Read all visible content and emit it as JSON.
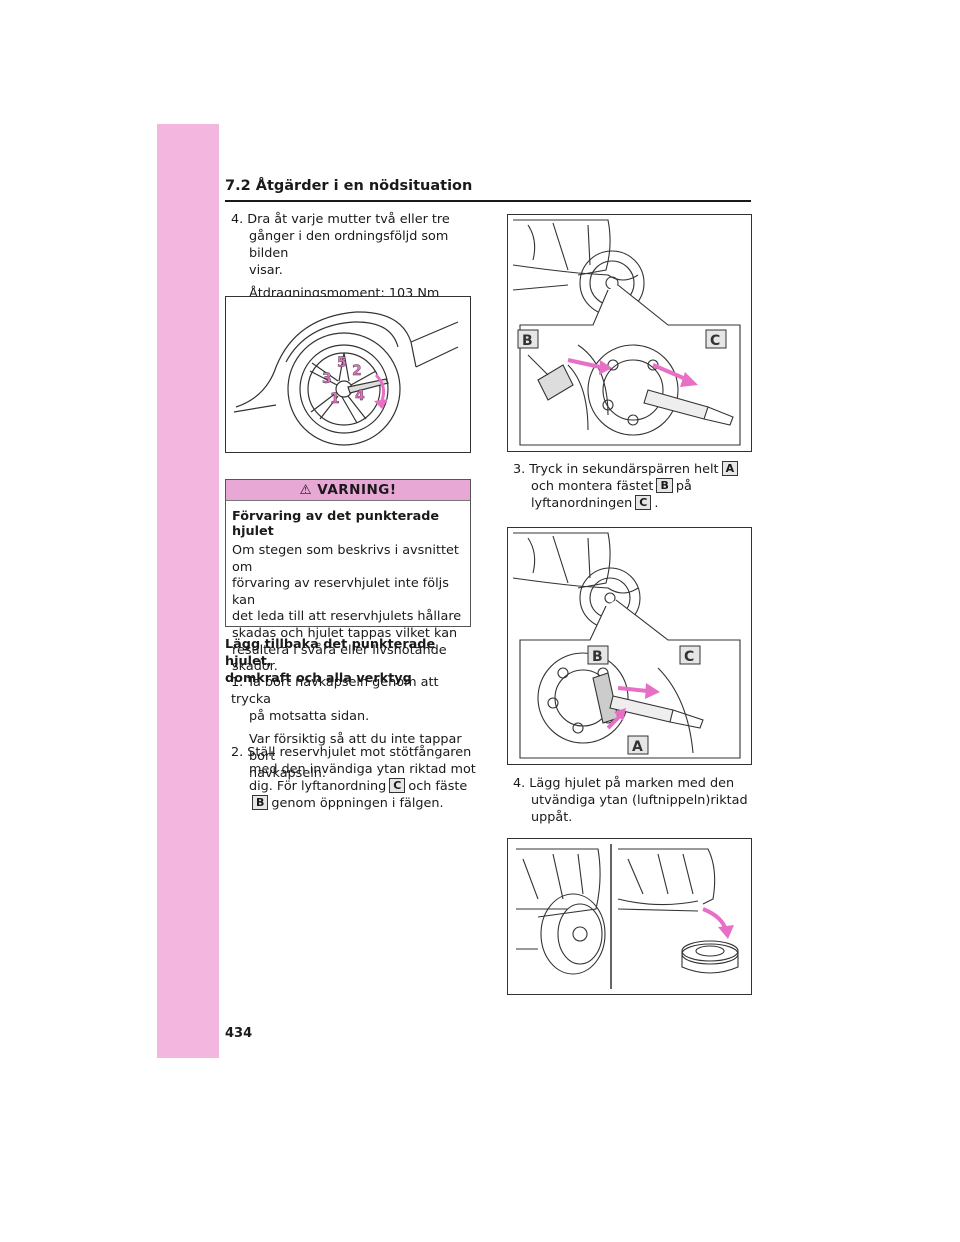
{
  "header": {
    "section": "7.2  Åtgärder i en nödsituation"
  },
  "page": {
    "number": "434"
  },
  "left": {
    "step4": {
      "line1": "4. Dra åt varje mutter två eller tre",
      "line2": "gånger i den ordningsföljd som bilden",
      "line3": "visar.",
      "torque": "Åtdragningsmoment: 103 Nm"
    },
    "fig1": {
      "labels": [
        "5",
        "2",
        "3",
        "1",
        "4"
      ]
    },
    "warning": {
      "head": "VARNING!",
      "title": "Förvaring av det punkterade hjulet",
      "lines": [
        "Om stegen som beskrivs i avsnittet om",
        "förvaring av reservhjulet inte följs kan",
        "det leda till att reservhjulets hållare",
        "skadas och hjulet tappas vilket kan",
        "resultera i svåra eller livshotande",
        "skador."
      ]
    },
    "put_back": {
      "line1": "Lägg tillbaka det punkterade hjulet,",
      "line2": "domkraft och alla verktyg"
    },
    "step1": {
      "line1": "1. Ta bort navkapseln genom att trycka",
      "line2": "på motsatta sidan.",
      "note1": "Var försiktig så att du inte tappar bort",
      "note2": "navkapseln."
    },
    "step2": {
      "line1": "2. Ställ reservhjulet mot stötfångaren",
      "line2": "med den invändiga ytan riktad mot",
      "line3a": "dig. För lyftanordning",
      "line3b": "och fäste",
      "line4": "genom öppningen i fälgen.",
      "letter_c": "C",
      "letter_b": "B"
    }
  },
  "right": {
    "fig2": {
      "label_b": "B",
      "label_c": "C"
    },
    "step3": {
      "line1": "3. Tryck in sekundärspärren helt",
      "line2a": "och montera fästet",
      "line2b": "på",
      "line3": "lyftanordningen",
      "line3end": ".",
      "letter_a": "A",
      "letter_b": "B",
      "letter_c": "C"
    },
    "fig3": {
      "label_b": "B",
      "label_c": "C",
      "label_a": "A"
    },
    "step4": {
      "line1": "4. Lägg hjulet på marken med den",
      "line2": "utvändiga ytan (luftnippeln)riktad",
      "line3": "uppåt."
    }
  }
}
